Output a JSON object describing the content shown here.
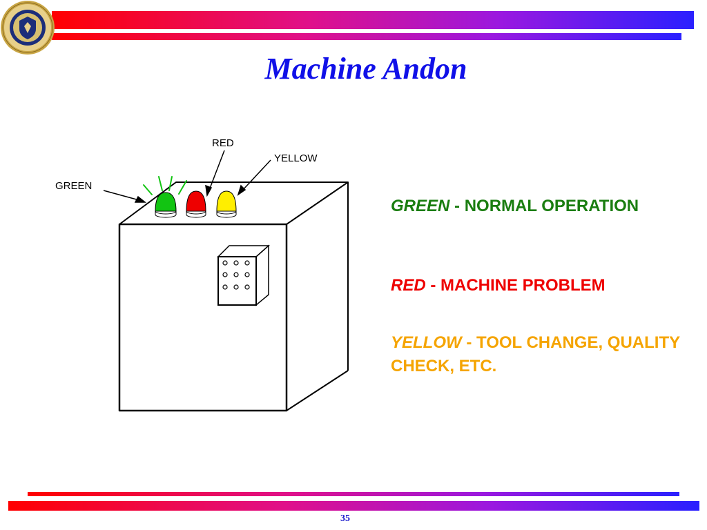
{
  "slide": {
    "title": "Machine Andon",
    "page_number": "35"
  },
  "diagram": {
    "labels": {
      "red": "RED",
      "yellow": "YELLOW",
      "green": "GREEN"
    },
    "light_colors": {
      "green": "#12c412",
      "red": "#ee0000",
      "yellow": "#ffee00"
    }
  },
  "legend": [
    {
      "key": "GREEN",
      "description": " - NORMAL OPERATION",
      "color": "#1a7d10"
    },
    {
      "key": "RED",
      "description": " - MACHINE PROBLEM",
      "color": "#ee0000"
    },
    {
      "key": "YELLOW",
      "description": " - TOOL CHANGE, QUALITY CHECK, ETC.",
      "color": "#f5a400"
    }
  ]
}
